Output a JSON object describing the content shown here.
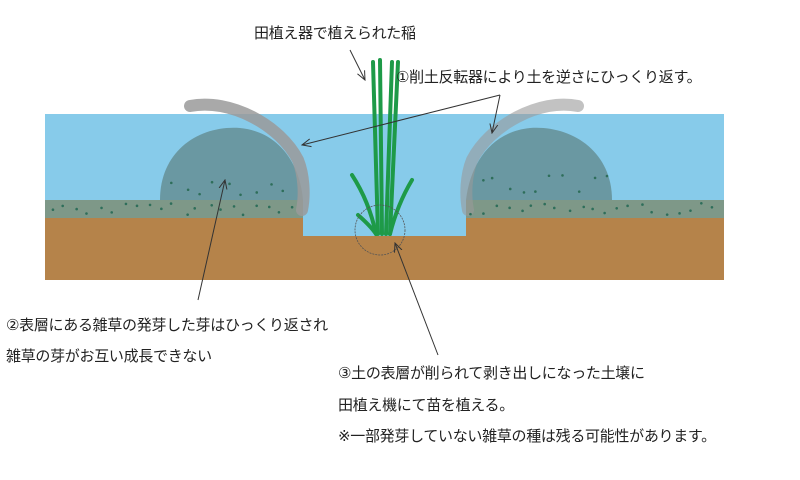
{
  "labels": {
    "rice": "田植え器で植えられた稲",
    "step1": "①削土反転器により土を逆さにひっくり返す。",
    "step2_line1": "②表層にある雑草の発芽した芽はひっくり返され",
    "step2_line2": "雑草の芽がお互い成長できない",
    "step3_line1": "③土の表層が削られて剥き出しになった土壌に",
    "step3_line2": "田植え機にて苗を植える。",
    "note": "※一部発芽していない雑草の種は残る可能性があります。"
  },
  "colors": {
    "water": "#87CBEA",
    "soil": "#B5834A",
    "weed_layer": "#7E9888",
    "mound": "#6A98A2",
    "blade": "#9A9A9A",
    "rice": "#1E9A48",
    "seed": "#2E6E5A"
  }
}
